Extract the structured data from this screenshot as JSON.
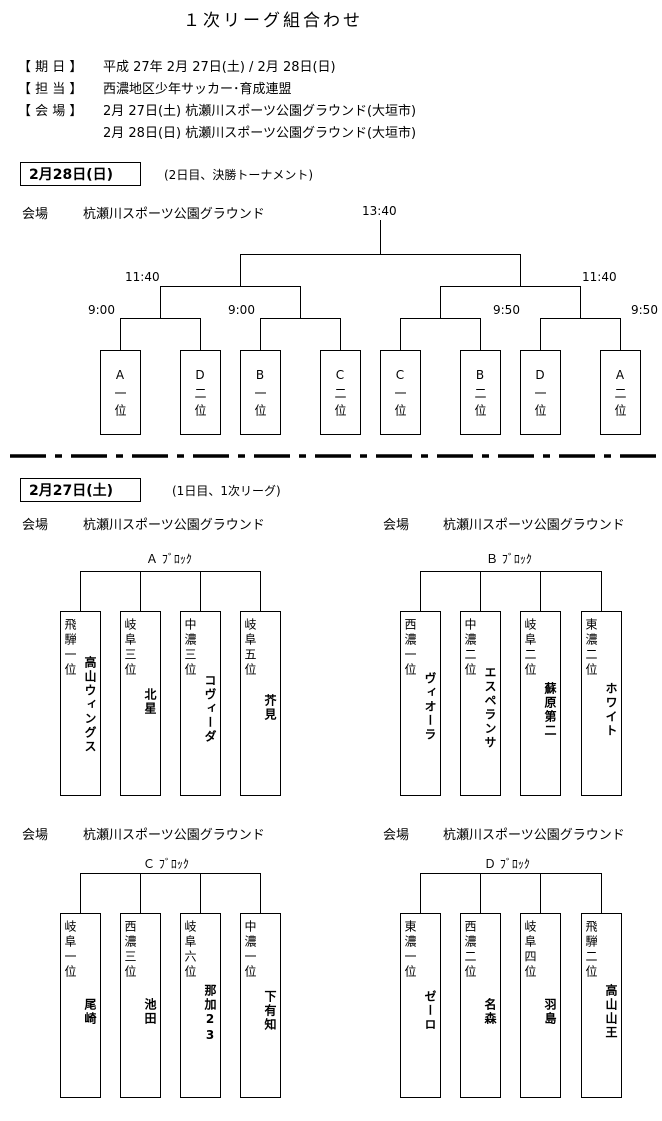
{
  "title": "１次リーグ組合わせ",
  "info": {
    "date_label": "【 期 日 】",
    "date_value": "平成 27年 2月 27日(土) / 2月 28日(日)",
    "org_label": "【 担 当 】",
    "org_value": "西濃地区少年サッカー･育成連盟",
    "venue_label": "【 会 場 】",
    "venue_line1": "2月 27日(土) 杭瀬川スポーツ公園グラウンド(大垣市)",
    "venue_line2": "2月 28日(日) 杭瀬川スポーツ公園グラウンド(大垣市)"
  },
  "day2": {
    "date": "2月28日(日)",
    "note": "(2日目、決勝トーナメント)",
    "venue_label": "会場",
    "venue_name": "杭瀬川スポーツ公園グラウンド",
    "times": {
      "final": "13:40",
      "semi_left": "11:40",
      "semi_right": "11:40",
      "q1": "9:00",
      "q2": "9:00",
      "q3": "9:50",
      "q4": "9:50"
    },
    "slots": [
      {
        "label": "A一位"
      },
      {
        "label": "D二位"
      },
      {
        "label": "B一位"
      },
      {
        "label": "C二位"
      },
      {
        "label": "C一位"
      },
      {
        "label": "B二位"
      },
      {
        "label": "D一位"
      },
      {
        "label": "A二位"
      }
    ]
  },
  "day1": {
    "date": "2月27日(土)",
    "note": "(1日目、1次リーグ)",
    "venue_label": "会場",
    "venue_name": "杭瀬川スポーツ公園グラウンド",
    "blocks": [
      {
        "name": "Ａ ﾌﾞﾛｯｸ",
        "teams": [
          {
            "rank": "飛騨一位",
            "name": "高山ウィングス"
          },
          {
            "rank": "岐阜三位",
            "name": "北星"
          },
          {
            "rank": "中濃三位",
            "name": "コヴィーダ"
          },
          {
            "rank": "岐阜五位",
            "name": "芥見"
          }
        ]
      },
      {
        "name": "Ｂ ﾌﾞﾛｯｸ",
        "teams": [
          {
            "rank": "西濃一位",
            "name": "ヴィオーラ"
          },
          {
            "rank": "中濃二位",
            "name": "エスペランサ"
          },
          {
            "rank": "岐阜二位",
            "name": "蘇原第二"
          },
          {
            "rank": "東濃二位",
            "name": "ホワイト"
          }
        ]
      },
      {
        "name": "Ｃ ﾌﾞﾛｯｸ",
        "teams": [
          {
            "rank": "岐阜一位",
            "name": "尾崎"
          },
          {
            "rank": "西濃三位",
            "name": "池田"
          },
          {
            "rank": "岐阜六位",
            "name": "那加23"
          },
          {
            "rank": "中濃一位",
            "name": "下有知"
          }
        ]
      },
      {
        "name": "Ｄ ﾌﾞﾛｯｸ",
        "teams": [
          {
            "rank": "東濃一位",
            "name": "ゼーロ"
          },
          {
            "rank": "西濃二位",
            "name": "名森"
          },
          {
            "rank": "岐阜四位",
            "name": "羽島"
          },
          {
            "rank": "飛騨二位",
            "name": "高山山王"
          }
        ]
      }
    ]
  }
}
